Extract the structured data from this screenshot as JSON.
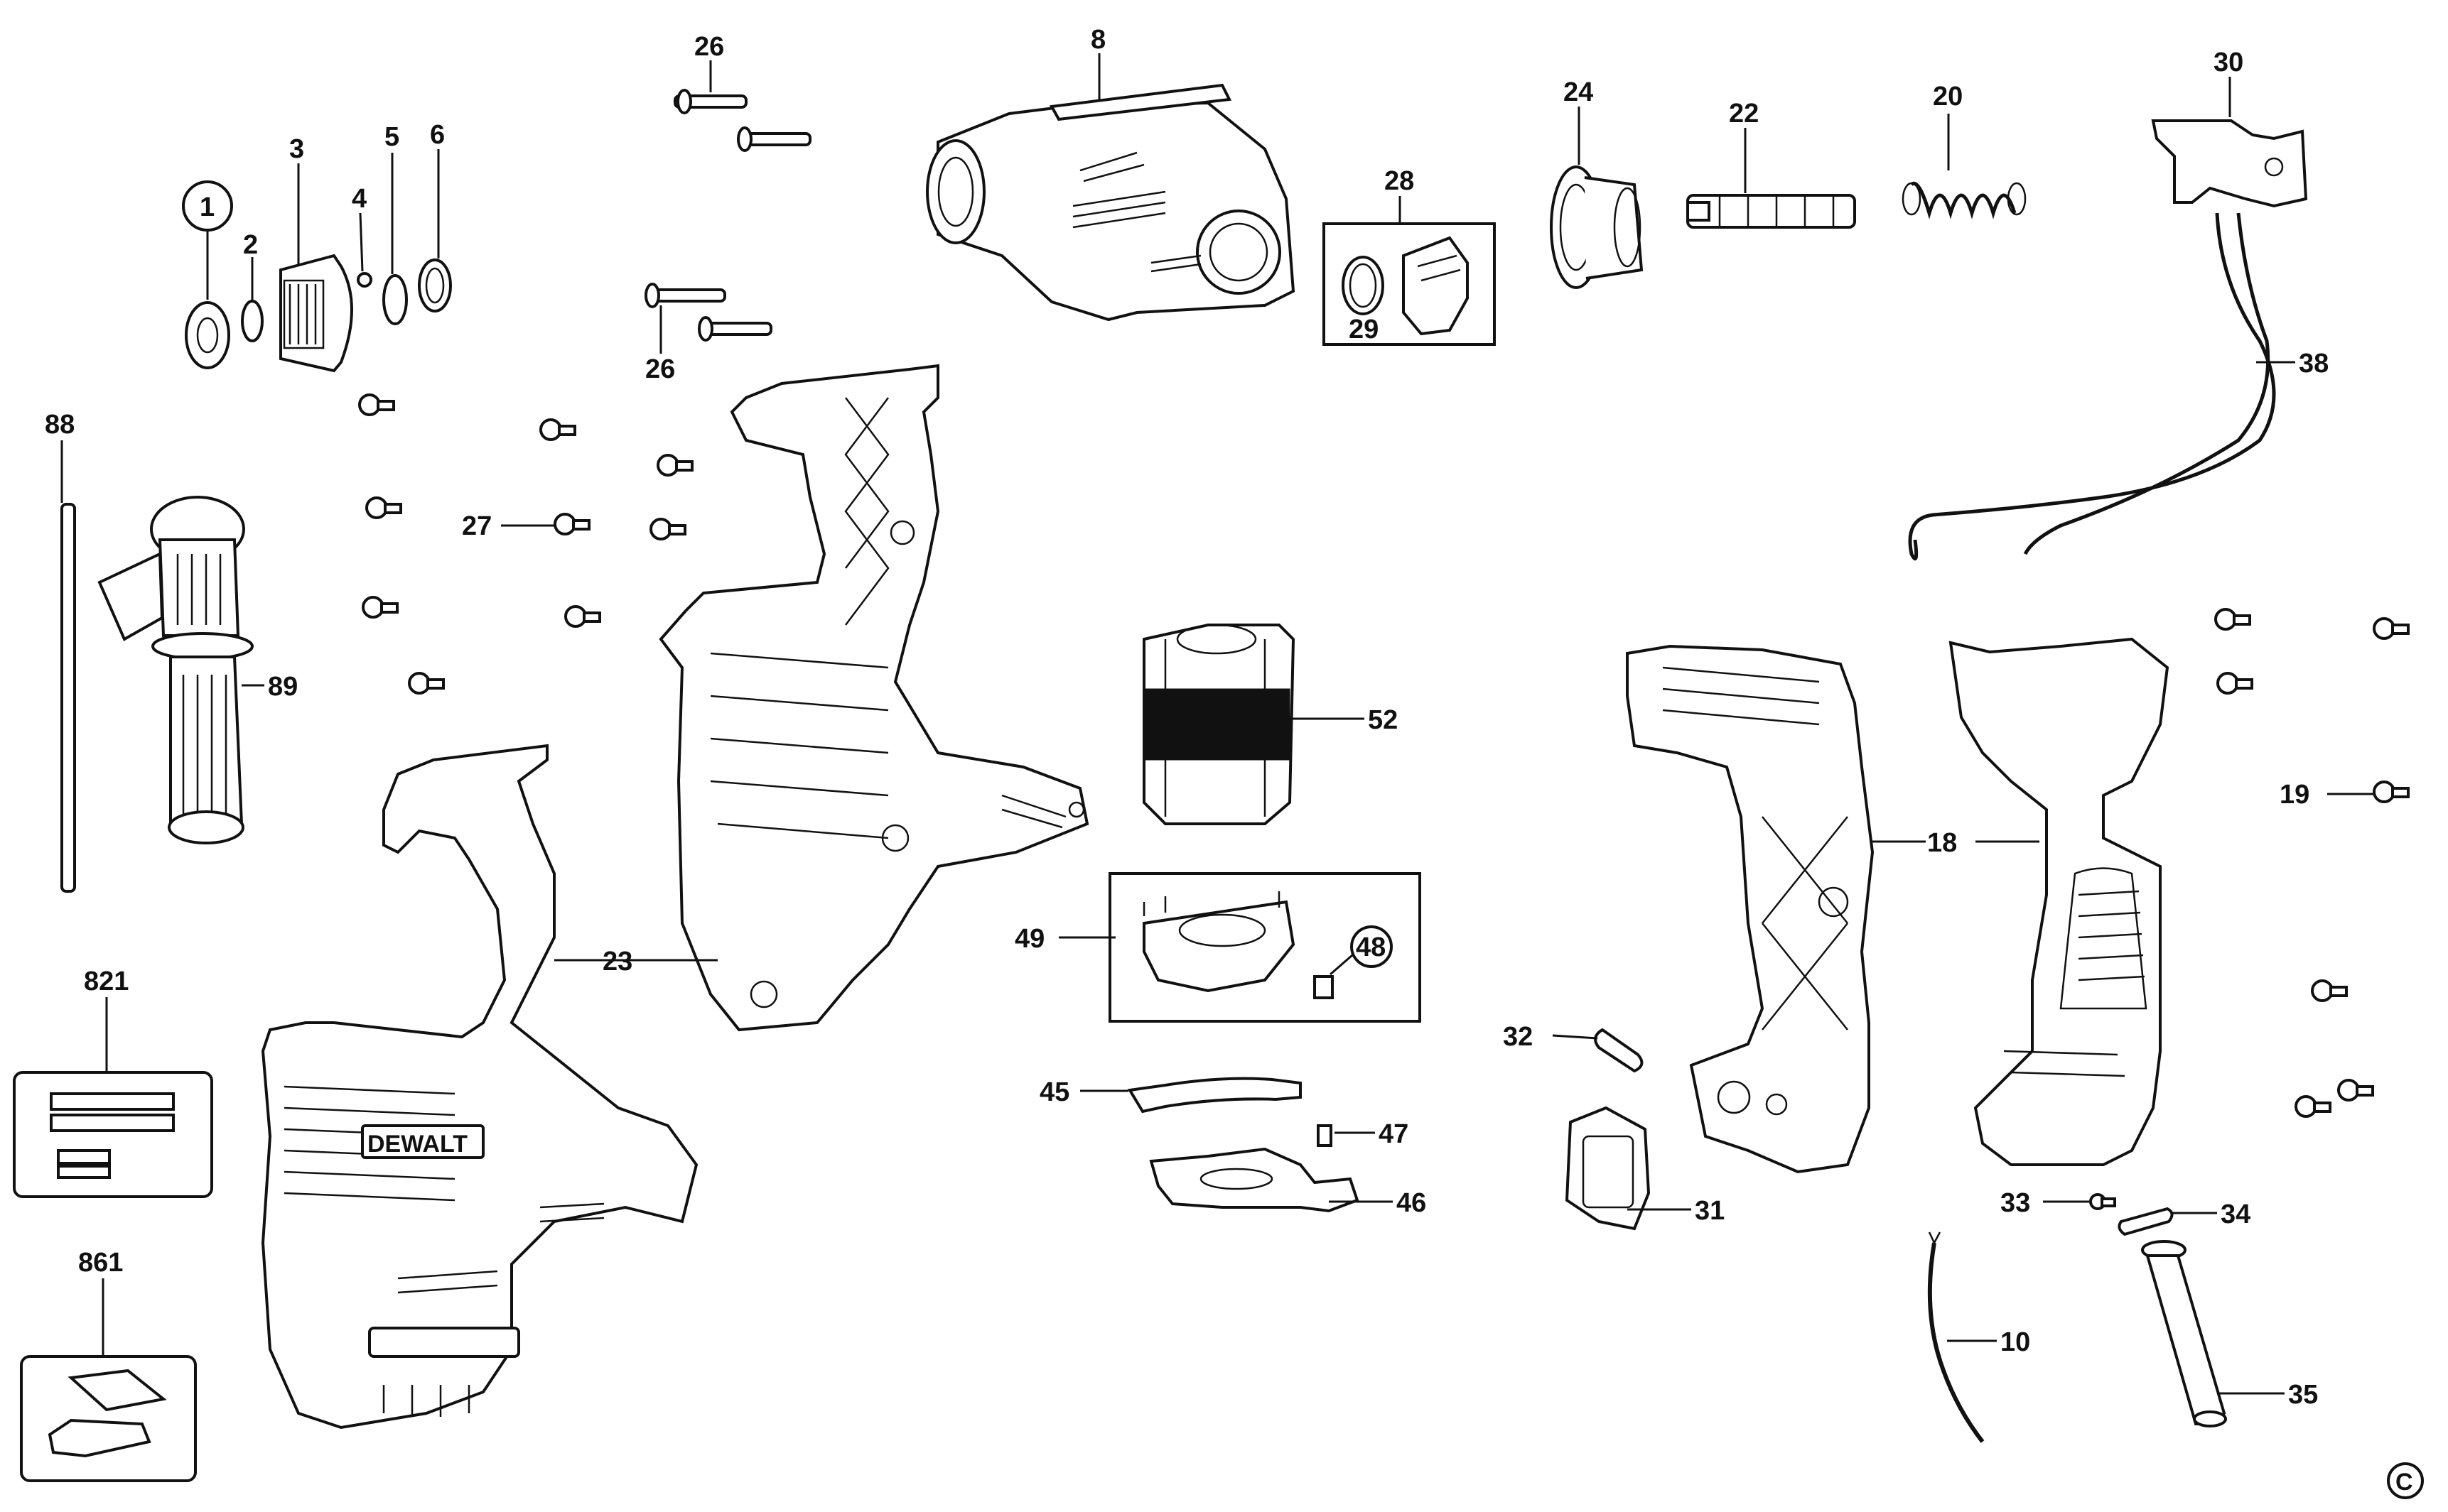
{
  "labels": {
    "l1": "1",
    "l2": "2",
    "l3": "3",
    "l4": "4",
    "l5": "5",
    "l6": "6",
    "l8": "8",
    "l10": "10",
    "l18": "18",
    "l19": "19",
    "l20": "20",
    "l22": "22",
    "l23": "23",
    "l24": "24",
    "l26a": "26",
    "l26b": "26",
    "l27": "27",
    "l28": "28",
    "l29": "29",
    "l30": "30",
    "l31": "31",
    "l32": "32",
    "l33": "33",
    "l34": "34",
    "l35": "35",
    "l38": "38",
    "l45": "45",
    "l46": "46",
    "l47": "47",
    "l48": "48",
    "l49": "49",
    "l52": "52",
    "l88": "88",
    "l89": "89",
    "l821": "821",
    "l861": "861"
  },
  "brand": "DEWALT",
  "copyright": "C"
}
